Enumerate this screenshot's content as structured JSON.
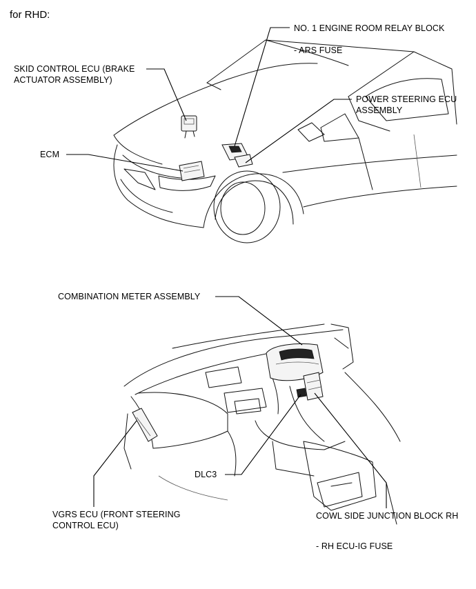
{
  "header": "for RHD:",
  "top_view": {
    "labels": {
      "relay_block": "NO. 1 ENGINE ROOM RELAY BLOCK",
      "ars_fuse": "- ARS FUSE",
      "skid_line1": "SKID CONTROL ECU (BRAKE",
      "skid_line2": "ACTUATOR ASSEMBLY)",
      "ps_line1": "POWER STEERING ECU",
      "ps_line2": "ASSEMBLY",
      "ecm": "ECM"
    }
  },
  "bottom_view": {
    "labels": {
      "combination_meter": "COMBINATION METER ASSEMBLY",
      "dlc3": "DLC3",
      "vgrs_line1": "VGRS ECU (FRONT STEERING",
      "vgrs_line2": "CONTROL ECU)",
      "cowl_block": "COWL SIDE JUNCTION BLOCK RH",
      "rh_fuse": "- RH ECU-IG FUSE"
    }
  }
}
